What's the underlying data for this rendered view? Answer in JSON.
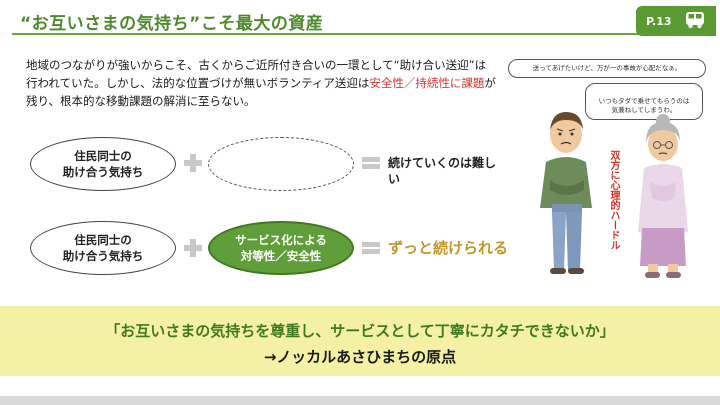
{
  "header": {
    "title": "“お互いさまの気持ち”こそ最大の資産",
    "page_number": "P.13",
    "page_icon": "bus-icon"
  },
  "intro": {
    "part1": "地域のつながりが強いからこそ、古くからご近所付き合いの一環として“助け合い送迎”は行われていた。しかし、法的な位置づけが無いボランティア送迎は",
    "highlight1": "安全性",
    "separator": "／",
    "highlight2": "持続性に課題",
    "part2": "が残り、根本的な移動課題の解消に至らない。"
  },
  "row1": {
    "left_oval": "住民同士の\n助け合う気持ち",
    "plus": "plus-icon",
    "right_oval": "",
    "equals": "equals-icon",
    "result": "続けていくのは難し\nい"
  },
  "row2": {
    "left_oval": "住民同士の\n助け合う気持ち",
    "plus": "plus-icon",
    "right_oval": "サービス化による\n対等性／安全性",
    "equals": "equals-icon",
    "result": "ずっと続けられる"
  },
  "illustration": {
    "bubble_man": "送ってあげたいけど、万が一の事故が心配だなぁ。",
    "bubble_woman": "いつもタダで乗せてもらうのは\n気兼ねしてしまうわ。",
    "vertical_label": "双方に心理的ハードル"
  },
  "banner": {
    "line1": "「お互いさまの気持ちを尊重し、サービスとして丁寧にカタチできないか」",
    "line2": "→ノッカルあさひまちの原点"
  },
  "colors": {
    "accent_green": "#5f9e38",
    "highlight_red": "#d9342b",
    "result_gold": "#c4962a",
    "banner_yellow": "#f5f1a4"
  }
}
